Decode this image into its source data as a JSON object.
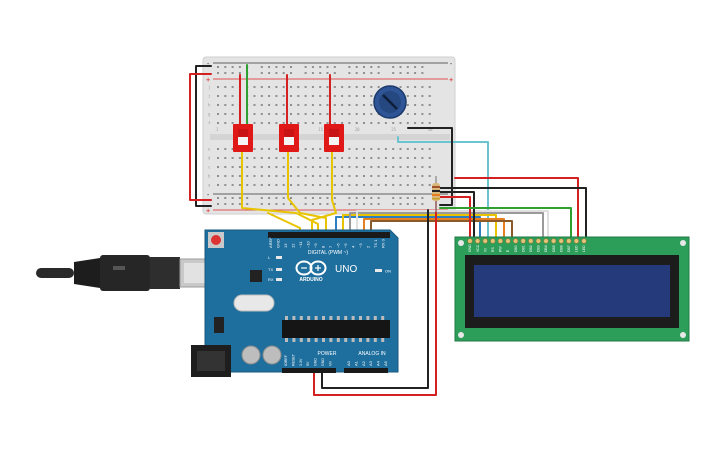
{
  "board": {
    "brand": "ARDUINO",
    "model": "UNO",
    "digital_header": "DIGITAL (PWM ~)",
    "power_header": "POWER",
    "analog_header": "ANALOG IN",
    "on_label": "ON",
    "led_labels": [
      "L",
      "TX",
      "RX"
    ],
    "digital_pins": [
      "AREF",
      "GND",
      "13",
      "12",
      "~11",
      "~10",
      "~9",
      "8",
      "7",
      "~6",
      "~5",
      "4",
      "~3",
      "2",
      "TX 1",
      "RX 0"
    ],
    "power_pins": [
      "IOREF",
      "RESET",
      "3.3V",
      "5V",
      "GND",
      "GND",
      "Vin"
    ],
    "analog_pins": [
      "A0",
      "A1",
      "A2",
      "A3",
      "A4",
      "A5"
    ]
  },
  "breadboard": {
    "row_letters": [
      "a",
      "b",
      "c",
      "d",
      "e",
      "f",
      "g",
      "h",
      "i",
      "j"
    ],
    "column_numbers": [
      "1",
      "5",
      "10",
      "15",
      "20",
      "25",
      "30"
    ],
    "rail_plus": "+",
    "rail_minus": "-"
  },
  "lcd": {
    "pin_labels": [
      "GND",
      "VCC",
      "V0",
      "RS",
      "RW",
      "E",
      "DB0",
      "DB1",
      "DB2",
      "DB3",
      "DB4",
      "DB5",
      "DB6",
      "DB7",
      "LED",
      "LED"
    ]
  },
  "colors": {
    "arduino_board": "#1f6f9e",
    "breadboard": "#e4e4e4",
    "lcd_pcb": "#2d9e5a",
    "lcd_screen": "#243a7a",
    "button_red": "#e01818",
    "wire_yellow": "#e8c400",
    "wire_red": "#d32020",
    "wire_black": "#222222",
    "wire_cyan": "#6cc4d0",
    "wire_green": "#2fa02f",
    "wire_orange": "#e67e22",
    "wire_blue": "#2c7fc0",
    "wire_gray": "#9a9a9a",
    "wire_brown": "#8b5a2b"
  },
  "icons": [
    "usb-cable-icon",
    "arduino-infinity-logo-icon",
    "potentiometer-icon",
    "resistor-icon"
  ]
}
